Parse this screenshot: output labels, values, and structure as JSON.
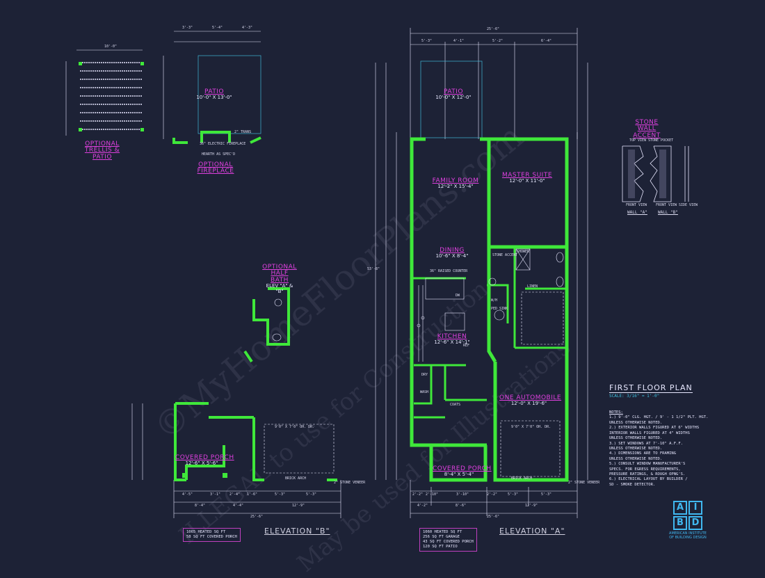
{
  "watermark": {
    "line1": "©MyHomeFloorPlans.com",
    "line2": "ILLEGAL to use for Construction",
    "line3": "May be used for Illustrations"
  },
  "rooms": {
    "patio_main": {
      "name": "PATIO",
      "dims": "10'-0\" X 12'-0\""
    },
    "family_room": {
      "name": "FAMILY ROOM",
      "dims": "12'-2\" X 15'-4\""
    },
    "master_suite": {
      "name": "MASTER SUITE",
      "dims": "12'-0\" X 11'-0\""
    },
    "dining": {
      "name": "DINING",
      "dims": "10'-6\" X 8'-4\""
    },
    "kitchen": {
      "name": "KITCHEN",
      "dims": "12'-6\" X 14'-1\""
    },
    "garage": {
      "name": "ONE AUTOMOBILE",
      "dims": "12'-0\" X 19'-6\""
    },
    "covered_porch_a": {
      "name": "COVERED PORCH",
      "dims": "8'-4\" X 5'-4\""
    },
    "patio_opt": {
      "name": "PATIO",
      "dims": "10'-0\" X 13'-0\""
    },
    "covered_porch_b": {
      "name": "COVERED PORCH",
      "dims": "12'-6\" X 5'-6\""
    }
  },
  "details": {
    "trellis": "OPTIONAL TRELLIS & PATIO",
    "fireplace": "OPTIONAL FIREPLACE",
    "half_bath": "OPTIONAL HALF BATH",
    "half_bath_sub": "ELEV \"A\" & \"B\"",
    "stone_wall": "STONE WALL ACCENT",
    "wall_a": "WALL \"A\"",
    "wall_b": "WALL \"B\"",
    "front_view": "FRONT VIEW",
    "side_view": "SIDE VIEW",
    "stone_pocket": "STONE POCKET",
    "top_view": "TOP VIEW"
  },
  "small_labels": {
    "stone_accent": "STONE ACCENT",
    "shower": "SHOWER",
    "linen": "LINEN",
    "ped_sink": "PED SINK",
    "wh": "W/H",
    "dw": "DW",
    "ref": "REF",
    "dry": "DRY",
    "wash": "WASH",
    "coats": "COATS",
    "brick_arch": "BRICK ARCH",
    "stone_veneer": "2\" STONE VENEER",
    "garage_door": "9'0\" X 7'0\" OH. DR.",
    "trans": "2\" TRANS",
    "bar": "36\" RAISED COUNTER",
    "fireplace_note": "36\" ELECTRIC FIREPLACE",
    "hearth": "HEARTH AS SPEC'D"
  },
  "dims": {
    "overall_a": "25'-6\"",
    "overall_b": "25'-6\"",
    "depth_a": "53'-8\"",
    "top_a": [
      "5'-3\"",
      "4'-1\"",
      "5'-2\"",
      "6'-4\""
    ],
    "bottom_a": [
      "2'-2\"",
      "2'-10\"",
      "3'-10\"",
      "2'-2\"",
      "5'-3\"",
      "5'-3\""
    ],
    "bottom_a2": [
      "4'-2\"",
      "8'-6\"",
      "12'-9\""
    ],
    "bottom_b": [
      "4'-5\"",
      "3'-1\"",
      "2'-4\"",
      "1'-6\"",
      "5'-3\"",
      "5'-3\""
    ],
    "bottom_b2": [
      "8'-4\"",
      "4'-4\"",
      "12'-9\""
    ],
    "trellis_top": "10'-0\"",
    "fp_top": [
      "3'-3\"",
      "5'-4\"",
      "4'-3\""
    ]
  },
  "elevation_a": {
    "label": "ELEVATION \"A\"",
    "stats": [
      "1060 HEATED SQ FT",
      "256 SQ FT GARAGE",
      "43 SQ FT COVERED PORCH",
      "120 SQ FT PATIO"
    ]
  },
  "elevation_b": {
    "label": "ELEVATION \"B\"",
    "stats": [
      "1065 HEATED SQ FT",
      "58 SQ FT COVERED PORCH"
    ]
  },
  "plan_title": "FIRST FLOOR PLAN",
  "scale": "SCALE: 3/16\" = 1'-0\"",
  "notes_title": "NOTES:",
  "notes": [
    "1.) 9'-0\" CLG. HGT. / 9' - 1 1/2\" PLT. HGT.",
    "    UNLESS OTHERWISE NOTED.",
    "2.) EXTERIOR WALLS FIGURED AT 6\" WIDTHS",
    "    INTERIOR WALLS FIGURED AT 4\" WIDTHS",
    "    UNLESS OTHERWISE NOTED.",
    "3.) SET WINDOWS AT 7'-10\" A.F.F.",
    "    UNLESS OTHERWISE NOTED.",
    "4.) DIMENSIONS ARE TO FRAMING",
    "    UNLESS OTHERWISE NOTED.",
    "5.) CONSULT WINDOW MANUFACTURER'S",
    "    SPECS. FOR EGRESS REQUIREMENTS,",
    "    PRESSURE RATINGS, & ROUGH OPNG'S.",
    "6.) ELECTRICAL LAYOUT BY BUILDER /",
    "    SD - SMOKE DETECTOR."
  ],
  "logo": {
    "letters": [
      "A",
      "I",
      "B",
      "D"
    ],
    "name": "AMERICAN INSTITUTE OF BUILDING DESIGN"
  },
  "colors": {
    "wall": "#3fe83a",
    "label": "#e040e0",
    "line": "#e8e8ff",
    "background": "#1d2236",
    "accent": "#40b8f0"
  }
}
